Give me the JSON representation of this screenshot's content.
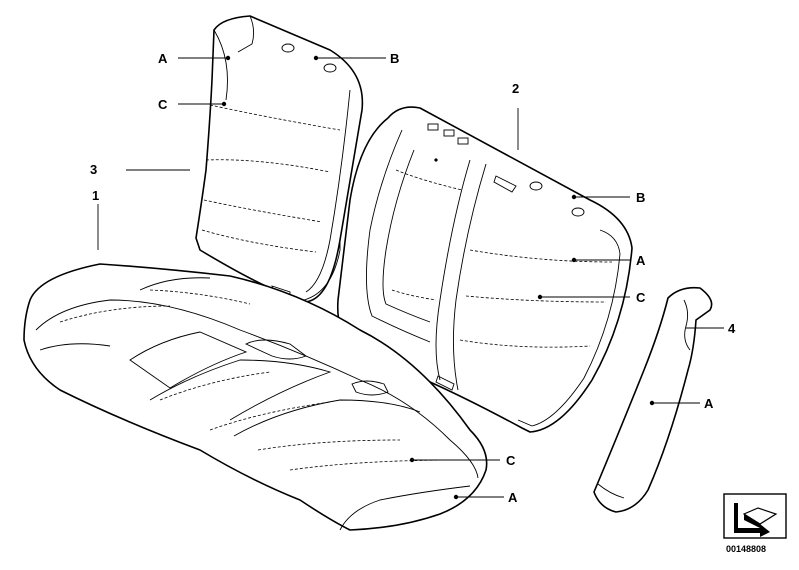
{
  "labels": {
    "n1": "1",
    "n2": "2",
    "n3": "3",
    "n4": "4",
    "a": "A",
    "b": "B",
    "c": "C"
  },
  "part_number": "00148808",
  "icons": {
    "navigation": "arrow-icon"
  }
}
